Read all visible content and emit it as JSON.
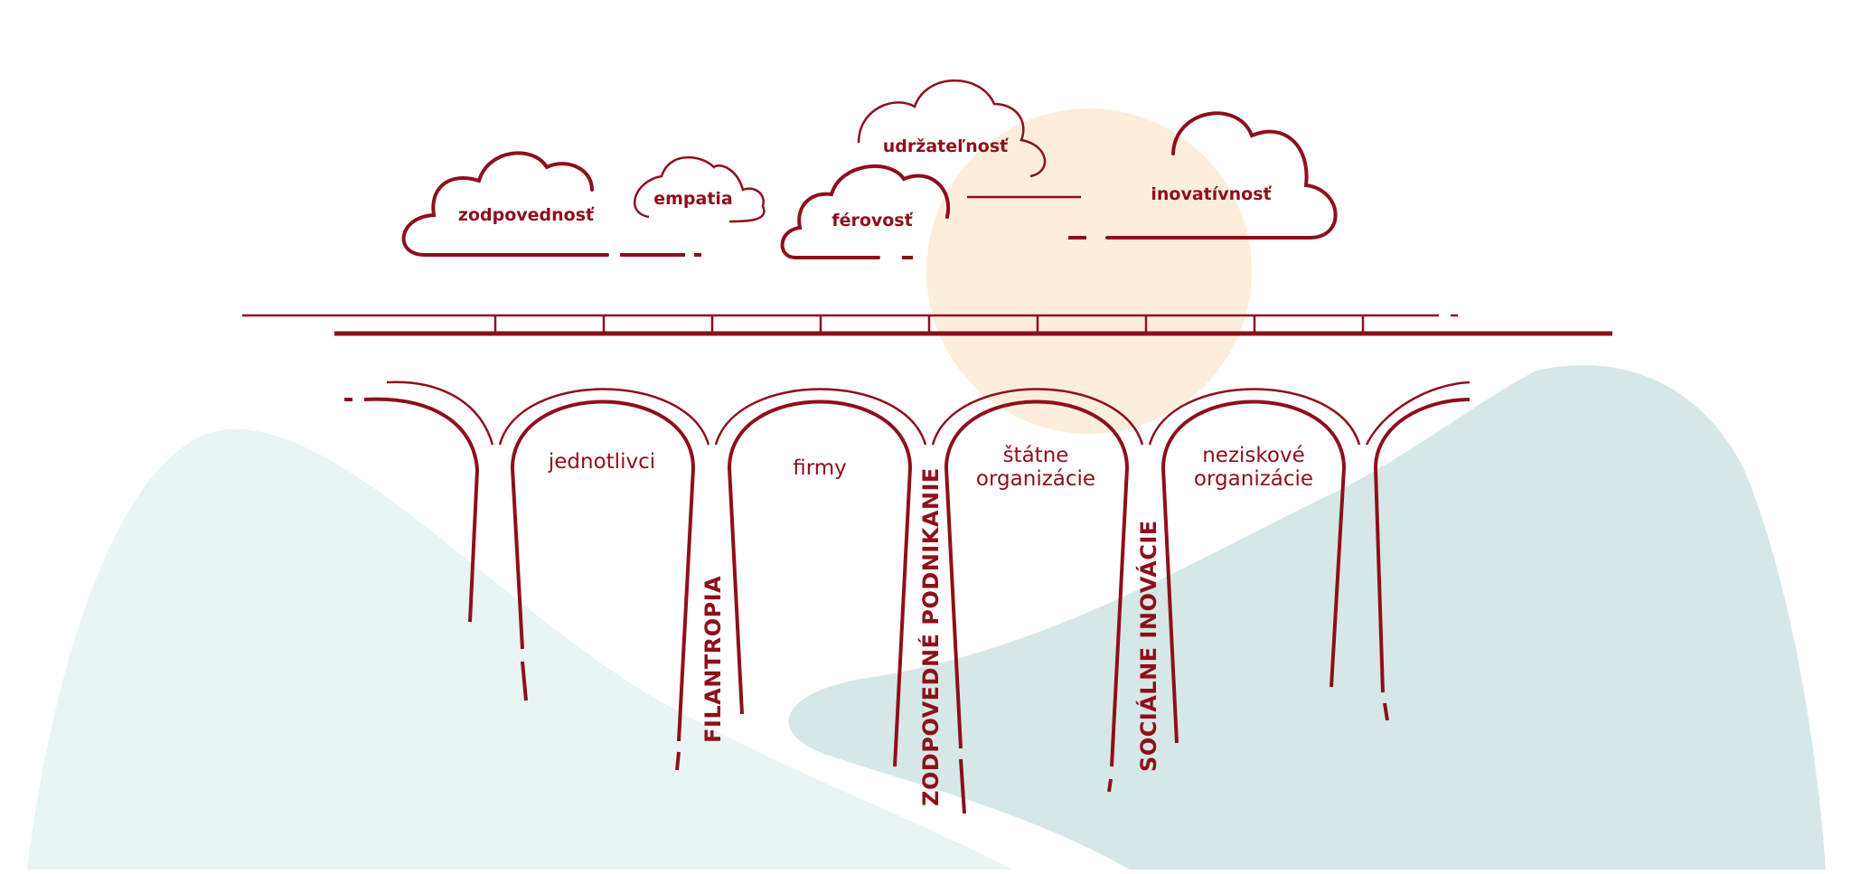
{
  "colors": {
    "line": "#8e0f1b",
    "sun": "#fdeedb",
    "hill_left": "#e9f4f4",
    "hill_right": "#d5e8e7",
    "background": "#ffffff"
  },
  "clouds": [
    {
      "id": "zodpovednost",
      "label": "zodpovednosť"
    },
    {
      "id": "empatia",
      "label": "empatia"
    },
    {
      "id": "ferovost",
      "label": "férovosť"
    },
    {
      "id": "udrzatelnost",
      "label": "udržateľnosť"
    },
    {
      "id": "inovativnost",
      "label": "inovatívnosť"
    }
  ],
  "arches": [
    {
      "id": "jednotlivci",
      "lines": [
        "jednotlivci"
      ]
    },
    {
      "id": "firmy",
      "lines": [
        "firmy"
      ]
    },
    {
      "id": "statne",
      "lines": [
        "štátne",
        "organizácie"
      ]
    },
    {
      "id": "neziskove",
      "lines": [
        "neziskové",
        "organizácie"
      ]
    }
  ],
  "pillars": [
    {
      "id": "filantropia",
      "label": "FILANTROPIA"
    },
    {
      "id": "zodpovedne-podnikanie",
      "label": "ZODPOVEDNÉ PODNIKANIE"
    },
    {
      "id": "socialne-inovacie",
      "label": "SOCIÁLNE INOVÁCIE"
    }
  ]
}
